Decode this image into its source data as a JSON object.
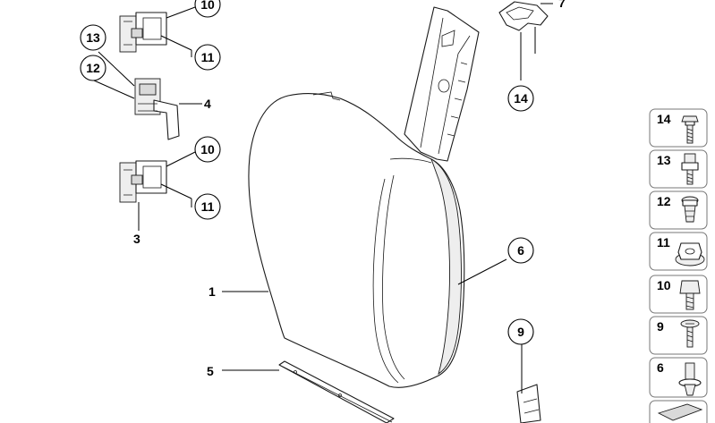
{
  "diagram": {
    "callouts": {
      "c10_top": "10",
      "c11_top": "11",
      "c13": "13",
      "c12": "12",
      "c10_mid": "10",
      "c11_mid": "11",
      "c14": "14",
      "c6": "6",
      "c9": "9"
    },
    "labels": {
      "l4": "4",
      "l3": "3",
      "l1": "1",
      "l5": "5",
      "l7": "7"
    },
    "legend": [
      {
        "num": "14",
        "icon": "bolt-14-icon"
      },
      {
        "num": "13",
        "icon": "bolt-13-icon"
      },
      {
        "num": "12",
        "icon": "bolt-12-icon"
      },
      {
        "num": "11",
        "icon": "nut-11-icon"
      },
      {
        "num": "10",
        "icon": "bolt-10-icon"
      },
      {
        "num": "9",
        "icon": "screw-9-icon"
      },
      {
        "num": "6",
        "icon": "clip-6-icon"
      }
    ]
  }
}
